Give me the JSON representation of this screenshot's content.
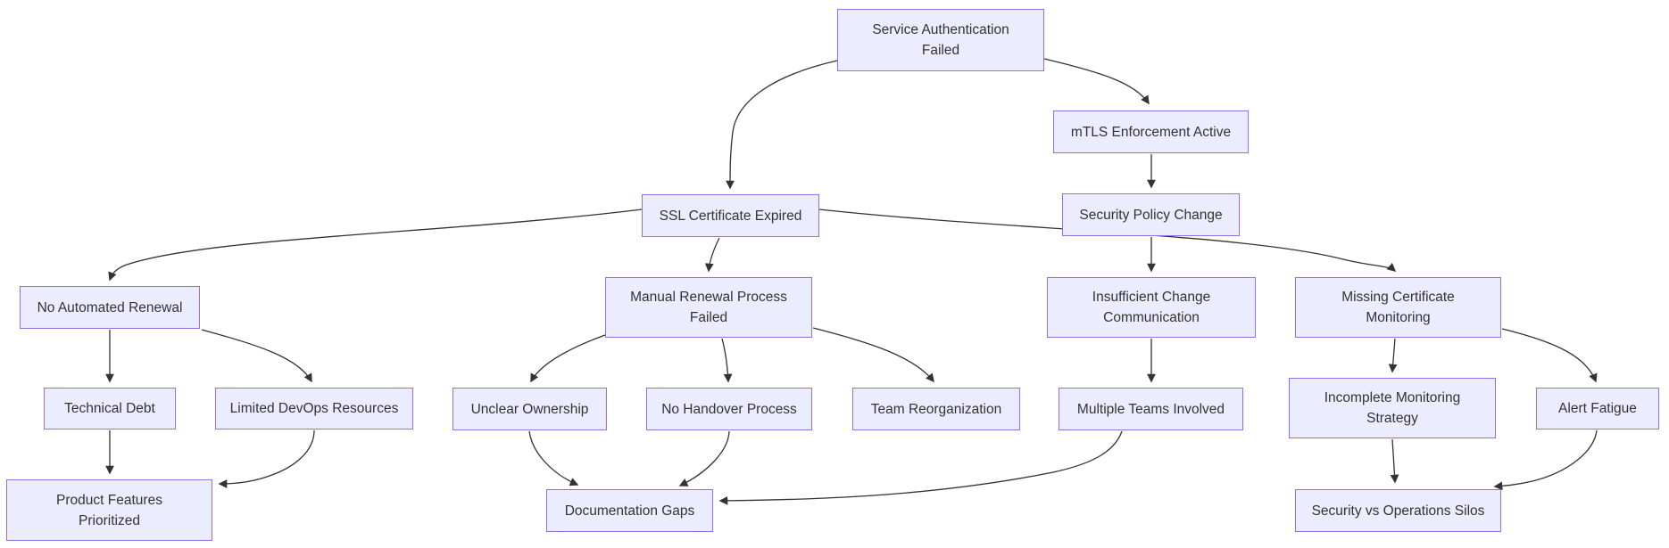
{
  "diagram": {
    "type": "flowchart",
    "colors": {
      "background": "#ffffff",
      "node_fill": "#ECECFF",
      "node_border": "#9370DB",
      "edge": "#333333",
      "text": "#333333"
    },
    "nodes": [
      {
        "id": "service-authentication-failed",
        "label": "Service Authentication\nFailed"
      },
      {
        "id": "mtls-enforcement-active",
        "label": "mTLS Enforcement Active"
      },
      {
        "id": "ssl-certificate-expired",
        "label": "SSL Certificate Expired"
      },
      {
        "id": "security-policy-change",
        "label": "Security Policy Change"
      },
      {
        "id": "no-automated-renewal",
        "label": "No Automated Renewal"
      },
      {
        "id": "manual-renewal-process-failed",
        "label": "Manual Renewal Process\nFailed"
      },
      {
        "id": "insufficient-change-communication",
        "label": "Insufficient Change\nCommunication"
      },
      {
        "id": "missing-certificate-monitoring",
        "label": "Missing Certificate\nMonitoring"
      },
      {
        "id": "technical-debt",
        "label": "Technical Debt"
      },
      {
        "id": "limited-devops-resources",
        "label": "Limited DevOps Resources"
      },
      {
        "id": "unclear-ownership",
        "label": "Unclear Ownership"
      },
      {
        "id": "no-handover-process",
        "label": "No Handover Process"
      },
      {
        "id": "team-reorganization",
        "label": "Team Reorganization"
      },
      {
        "id": "multiple-teams-involved",
        "label": "Multiple Teams Involved"
      },
      {
        "id": "incomplete-monitoring-strategy",
        "label": "Incomplete Monitoring\nStrategy"
      },
      {
        "id": "alert-fatigue",
        "label": "Alert Fatigue"
      },
      {
        "id": "product-features-prioritized",
        "label": "Product Features\nPrioritized"
      },
      {
        "id": "documentation-gaps",
        "label": "Documentation Gaps"
      },
      {
        "id": "security-vs-operations-silos",
        "label": "Security vs Operations Silos"
      }
    ],
    "edges": [
      {
        "from": "service-authentication-failed",
        "to": "ssl-certificate-expired"
      },
      {
        "from": "service-authentication-failed",
        "to": "mtls-enforcement-active"
      },
      {
        "from": "mtls-enforcement-active",
        "to": "security-policy-change"
      },
      {
        "from": "ssl-certificate-expired",
        "to": "no-automated-renewal"
      },
      {
        "from": "ssl-certificate-expired",
        "to": "manual-renewal-process-failed"
      },
      {
        "from": "ssl-certificate-expired",
        "to": "missing-certificate-monitoring"
      },
      {
        "from": "security-policy-change",
        "to": "insufficient-change-communication"
      },
      {
        "from": "no-automated-renewal",
        "to": "technical-debt"
      },
      {
        "from": "no-automated-renewal",
        "to": "limited-devops-resources"
      },
      {
        "from": "technical-debt",
        "to": "product-features-prioritized"
      },
      {
        "from": "limited-devops-resources",
        "to": "product-features-prioritized"
      },
      {
        "from": "manual-renewal-process-failed",
        "to": "unclear-ownership"
      },
      {
        "from": "manual-renewal-process-failed",
        "to": "no-handover-process"
      },
      {
        "from": "manual-renewal-process-failed",
        "to": "team-reorganization"
      },
      {
        "from": "insufficient-change-communication",
        "to": "multiple-teams-involved"
      },
      {
        "from": "missing-certificate-monitoring",
        "to": "incomplete-monitoring-strategy"
      },
      {
        "from": "missing-certificate-monitoring",
        "to": "alert-fatigue"
      },
      {
        "from": "unclear-ownership",
        "to": "documentation-gaps"
      },
      {
        "from": "no-handover-process",
        "to": "documentation-gaps"
      },
      {
        "from": "multiple-teams-involved",
        "to": "documentation-gaps"
      },
      {
        "from": "incomplete-monitoring-strategy",
        "to": "security-vs-operations-silos"
      },
      {
        "from": "alert-fatigue",
        "to": "security-vs-operations-silos"
      }
    ]
  }
}
